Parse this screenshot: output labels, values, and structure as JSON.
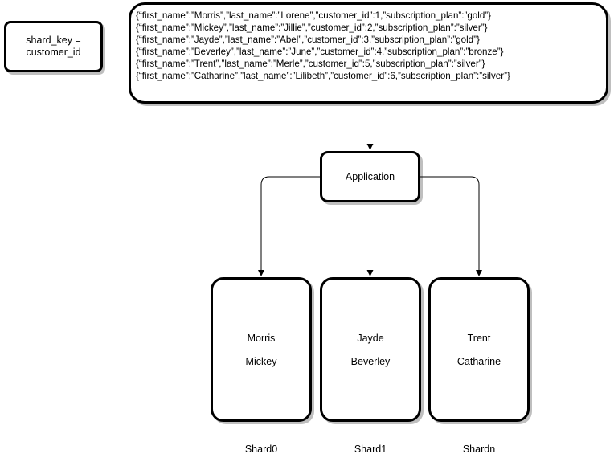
{
  "shard_key": {
    "line1": "shard_key =",
    "line2": "customer_id"
  },
  "records": [
    "{“first_name”:”Morris”,”last_name”:”Lorene”,”customer_id”:1,”subscription_plan”:”gold”}",
    "{“first_name”:”Mickey”,”last_name”:”Jillie”,”customer_id”:2,”subscription_plan”:”silver”}",
    "{“first_name”:”Jayde”,”last_name”:”Abel”,”customer_id”:3,”subscription_plan”:”gold”}",
    "{“first_name”:”Beverley”,”last_name”:”June”,”customer_id”:4,”subscription_plan”:”bronze”}",
    "{“first_name”:”Trent”,”last_name”:”Merle”,”customer_id”:5,”subscription_plan”:”silver”}",
    "{“first_name”:”Catharine”,”last_name”:”Lilibeth”,”customer_id”:6,”subscription_plan”:”silver”}"
  ],
  "application": {
    "label": "Application"
  },
  "shards": [
    {
      "label": "Shard0",
      "names": [
        "Morris",
        "Mickey"
      ]
    },
    {
      "label": "Shard1",
      "names": [
        "Jayde",
        "Beverley"
      ]
    },
    {
      "label": "Shardn",
      "names": [
        "Trent",
        "Catharine"
      ]
    }
  ]
}
